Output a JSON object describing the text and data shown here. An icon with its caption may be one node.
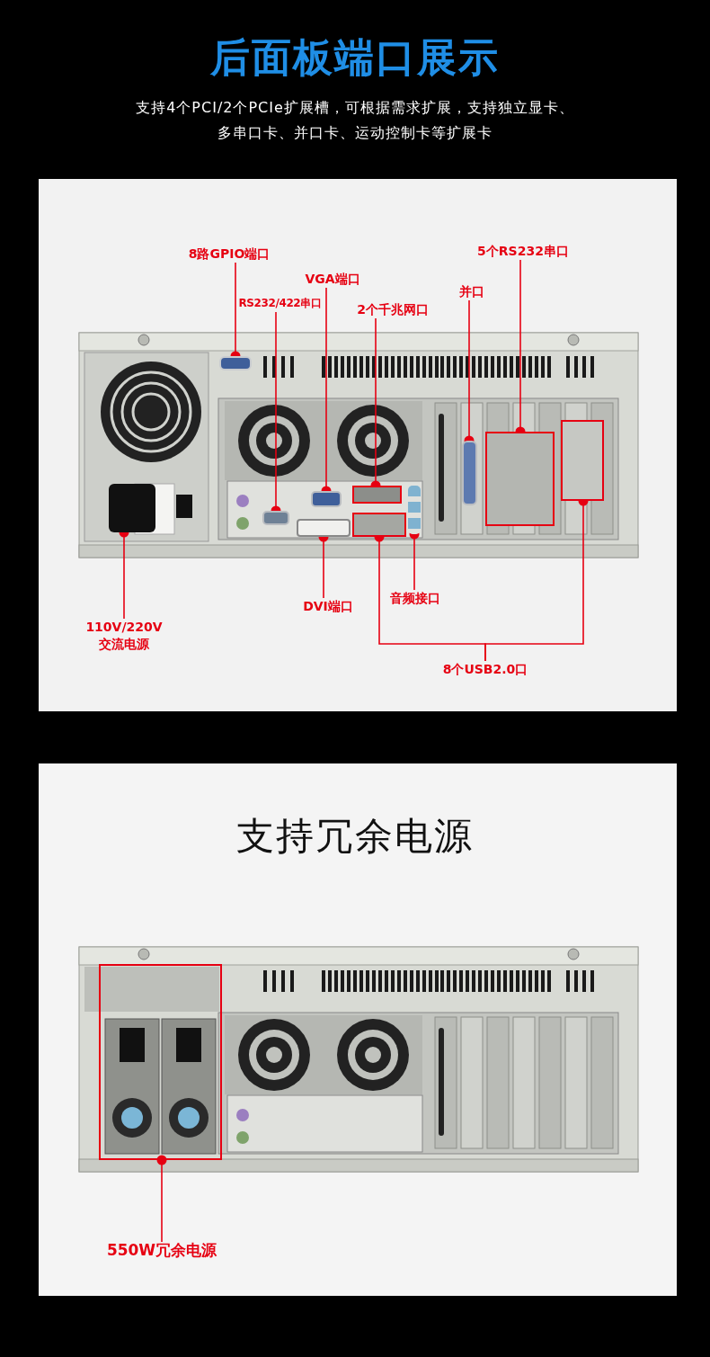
{
  "diagram": {
    "title": "后面板端口展示",
    "nodes": [
      {
        "text": [
          "8路GPIO端口"
        ]
      },
      {
        "text": [
          "RS232/422串口"
        ]
      },
      {
        "text": [
          "VGA端口"
        ]
      },
      {
        "text": [
          "2个千兆网口"
        ]
      },
      {
        "text": [
          "并口"
        ]
      },
      {
        "text": [
          "5个RS232串口"
        ]
      },
      {
        "text": [
          "DVI端口"
        ]
      },
      {
        "text": [
          "音频接口"
        ]
      },
      {
        "text": [
          "110V/220V 交流电源"
        ]
      },
      {
        "text": [
          "8个USB2.0口"
        ]
      },
      {
        "text": [
          "550W冗余电源"
        ]
      },
      {
        "text": [],
        "shape": "box"
      },
      {
        "text": [],
        "shape": "box"
      },
      {
        "text": [],
        "shape": "box"
      },
      {
        "text": [],
        "shape": "box"
      },
      {
        "text": [],
        "shape": "box"
      },
      {
        "text": [],
        "shape": "box"
      },
      {
        "text": [],
        "shape": "box"
      },
      {
        "text": [],
        "shape": "box"
      },
      {
        "text": [],
        "shape": "box"
      },
      {
        "text": [],
        "shape": "box"
      },
      {
        "text": [],
        "shape": "box"
      },
      {
        "text": [],
        "shape": "box"
      }
    ],
    "edges": [
      {
        "from": 0,
        "to": 11,
        "arrow": "other"
      },
      {
        "from": 1,
        "to": 12,
        "arrow": "other"
      },
      {
        "from": 2,
        "to": 13,
        "arrow": "other"
      },
      {
        "from": 3,
        "to": 14,
        "arrow": "other"
      },
      {
        "from": 4,
        "to": 15,
        "arrow": "other"
      },
      {
        "from": 5,
        "to": 16,
        "arrow": "other"
      },
      {
        "from": 6,
        "to": 17,
        "arrow": "other"
      },
      {
        "from": 7,
        "to": 18,
        "arrow": "other"
      },
      {
        "from": 8,
        "to": 19,
        "arrow": "other"
      },
      {
        "from": 9,
        "to": 20,
        "arrow": "other"
      },
      {
        "from": 9,
        "to": 21,
        "arrow": "other"
      },
      {
        "from": 10,
        "to": 22,
        "arrow": "other"
      }
    ],
    "labels": [
      "支持4个PCI/2个PCIe扩展槽，可根据需求扩展，支持独立显卡、多串口卡、并口卡、运动控制卡等扩展卡",
      "支持冗余电源"
    ]
  }
}
